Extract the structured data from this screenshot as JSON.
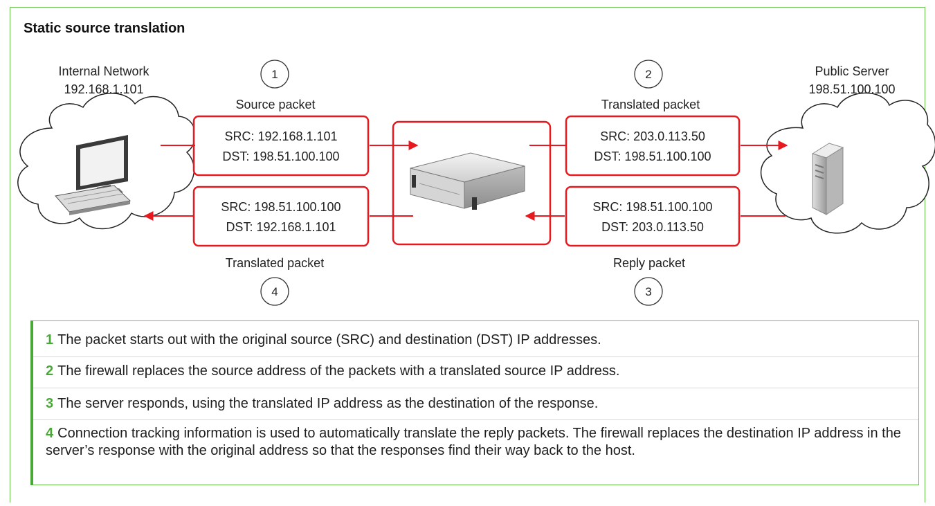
{
  "title": "Static source translation",
  "internal": {
    "name": "Internal Network",
    "ip": "192.168.1.101"
  },
  "server": {
    "name": "Public Server",
    "ip": "198.51.100.100"
  },
  "steps": [
    {
      "number": "1",
      "label": "Source packet",
      "src": "SRC: 192.168.1.101",
      "dst": "DST: 198.51.100.100"
    },
    {
      "number": "2",
      "label": "Translated packet",
      "src": "SRC: 203.0.113.50",
      "dst": "DST: 198.51.100.100"
    },
    {
      "number": "3",
      "label": "Reply packet",
      "src": "SRC: 198.51.100.100",
      "dst": "DST: 203.0.113.50"
    },
    {
      "number": "4",
      "label": "Translated packet",
      "src": "SRC: 198.51.100.100",
      "dst": "DST: 192.168.1.101"
    }
  ],
  "notes": [
    {
      "number": "1",
      "text": "The packet starts out with the original source (SRC) and destination (DST) IP addresses."
    },
    {
      "number": "2",
      "text": "The firewall replaces the source address of the packets with a translated source IP address."
    },
    {
      "number": "3",
      "text": "The server responds, using the translated IP address as the destination of the response."
    },
    {
      "number": "4",
      "text": "Connection tracking information is used to automatically translate the reply packets. The firewall replaces the destination IP address in the server’s response with the original address so that the responses find their way back to the host."
    }
  ],
  "colors": {
    "accent_red": "#e8191e",
    "green": "#49a936",
    "frame_green": "#69c34e"
  },
  "icons": [
    "computer-icon",
    "firewall-appliance-icon",
    "server-tower-icon"
  ]
}
